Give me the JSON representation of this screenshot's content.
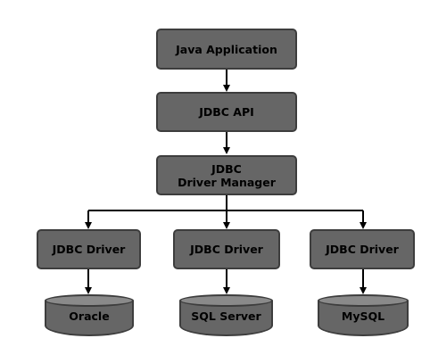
{
  "diagram": {
    "nodes": {
      "java_app": "Java Application",
      "jdbc_api": "JDBC API",
      "driver_manager": [
        "JDBC",
        "Driver Manager"
      ],
      "drivers": [
        "JDBC Driver",
        "JDBC Driver",
        "JDBC Driver"
      ],
      "databases": [
        "Oracle",
        "SQL Server",
        "MySQL"
      ]
    },
    "colors": {
      "box_fill": "#666666",
      "box_border": "#3d3d3d",
      "db_top": "#8a8a8a",
      "arrow": "#000000"
    }
  }
}
